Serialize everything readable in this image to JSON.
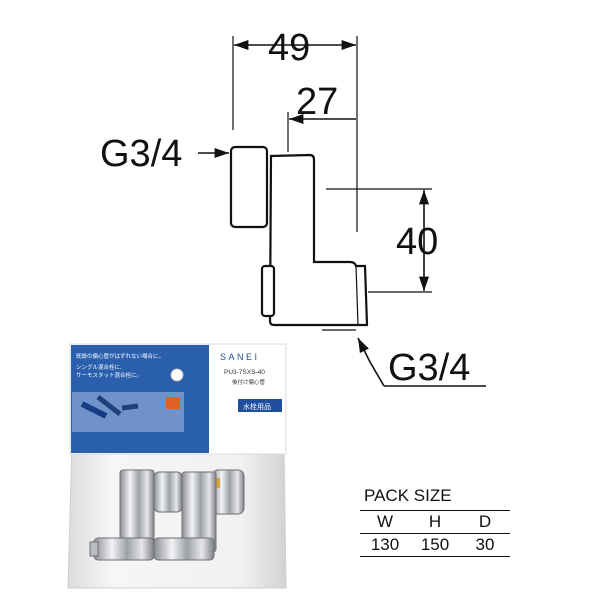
{
  "dimensions": {
    "width_overall": "49",
    "width_offset": "27",
    "height_drop": "40",
    "inlet_thread": "G3/4",
    "outlet_thread": "G3/4"
  },
  "package": {
    "brand": "SANEI",
    "model": "PU3-7SXS-40",
    "product_name": "後付け偏心管",
    "category_badge": "水栓用品",
    "note_line1": "既設の偏心管がはずれない場合に。",
    "note_line2": "シングル混合栓に、",
    "note_line3": "サーモスタット混合栓に。"
  },
  "pack_size": {
    "title": "PACK SIZE",
    "headers": [
      "W",
      "H",
      "D"
    ],
    "values": [
      "130",
      "150",
      "30"
    ]
  }
}
